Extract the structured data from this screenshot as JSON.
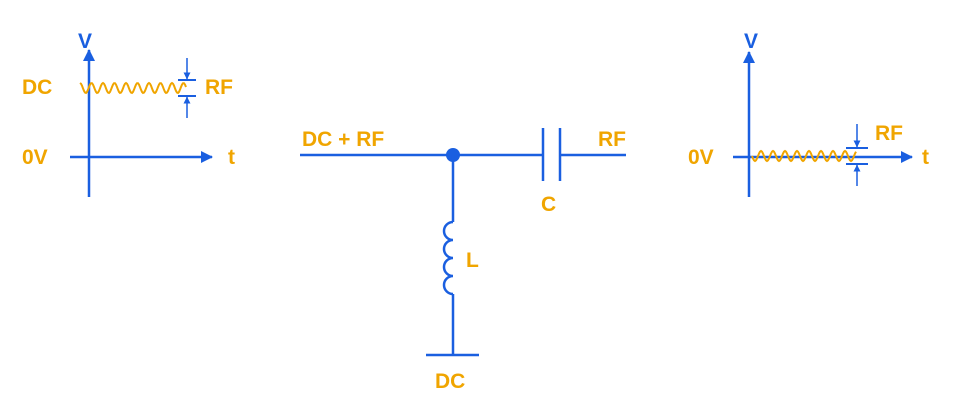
{
  "colors": {
    "wire": "#1a5fe0",
    "signal": "#f0a500",
    "background": "#ffffff"
  },
  "left_graph": {
    "v_label": "V",
    "t_label": "t",
    "dc_label": "DC",
    "zero_label": "0V",
    "rf_label": "RF"
  },
  "circuit": {
    "input_label": "DC + RF",
    "output_label": "RF",
    "capacitor_label": "C",
    "inductor_label": "L",
    "dc_label": "DC"
  },
  "right_graph": {
    "v_label": "V",
    "t_label": "t",
    "zero_label": "0V",
    "rf_label": "RF"
  }
}
